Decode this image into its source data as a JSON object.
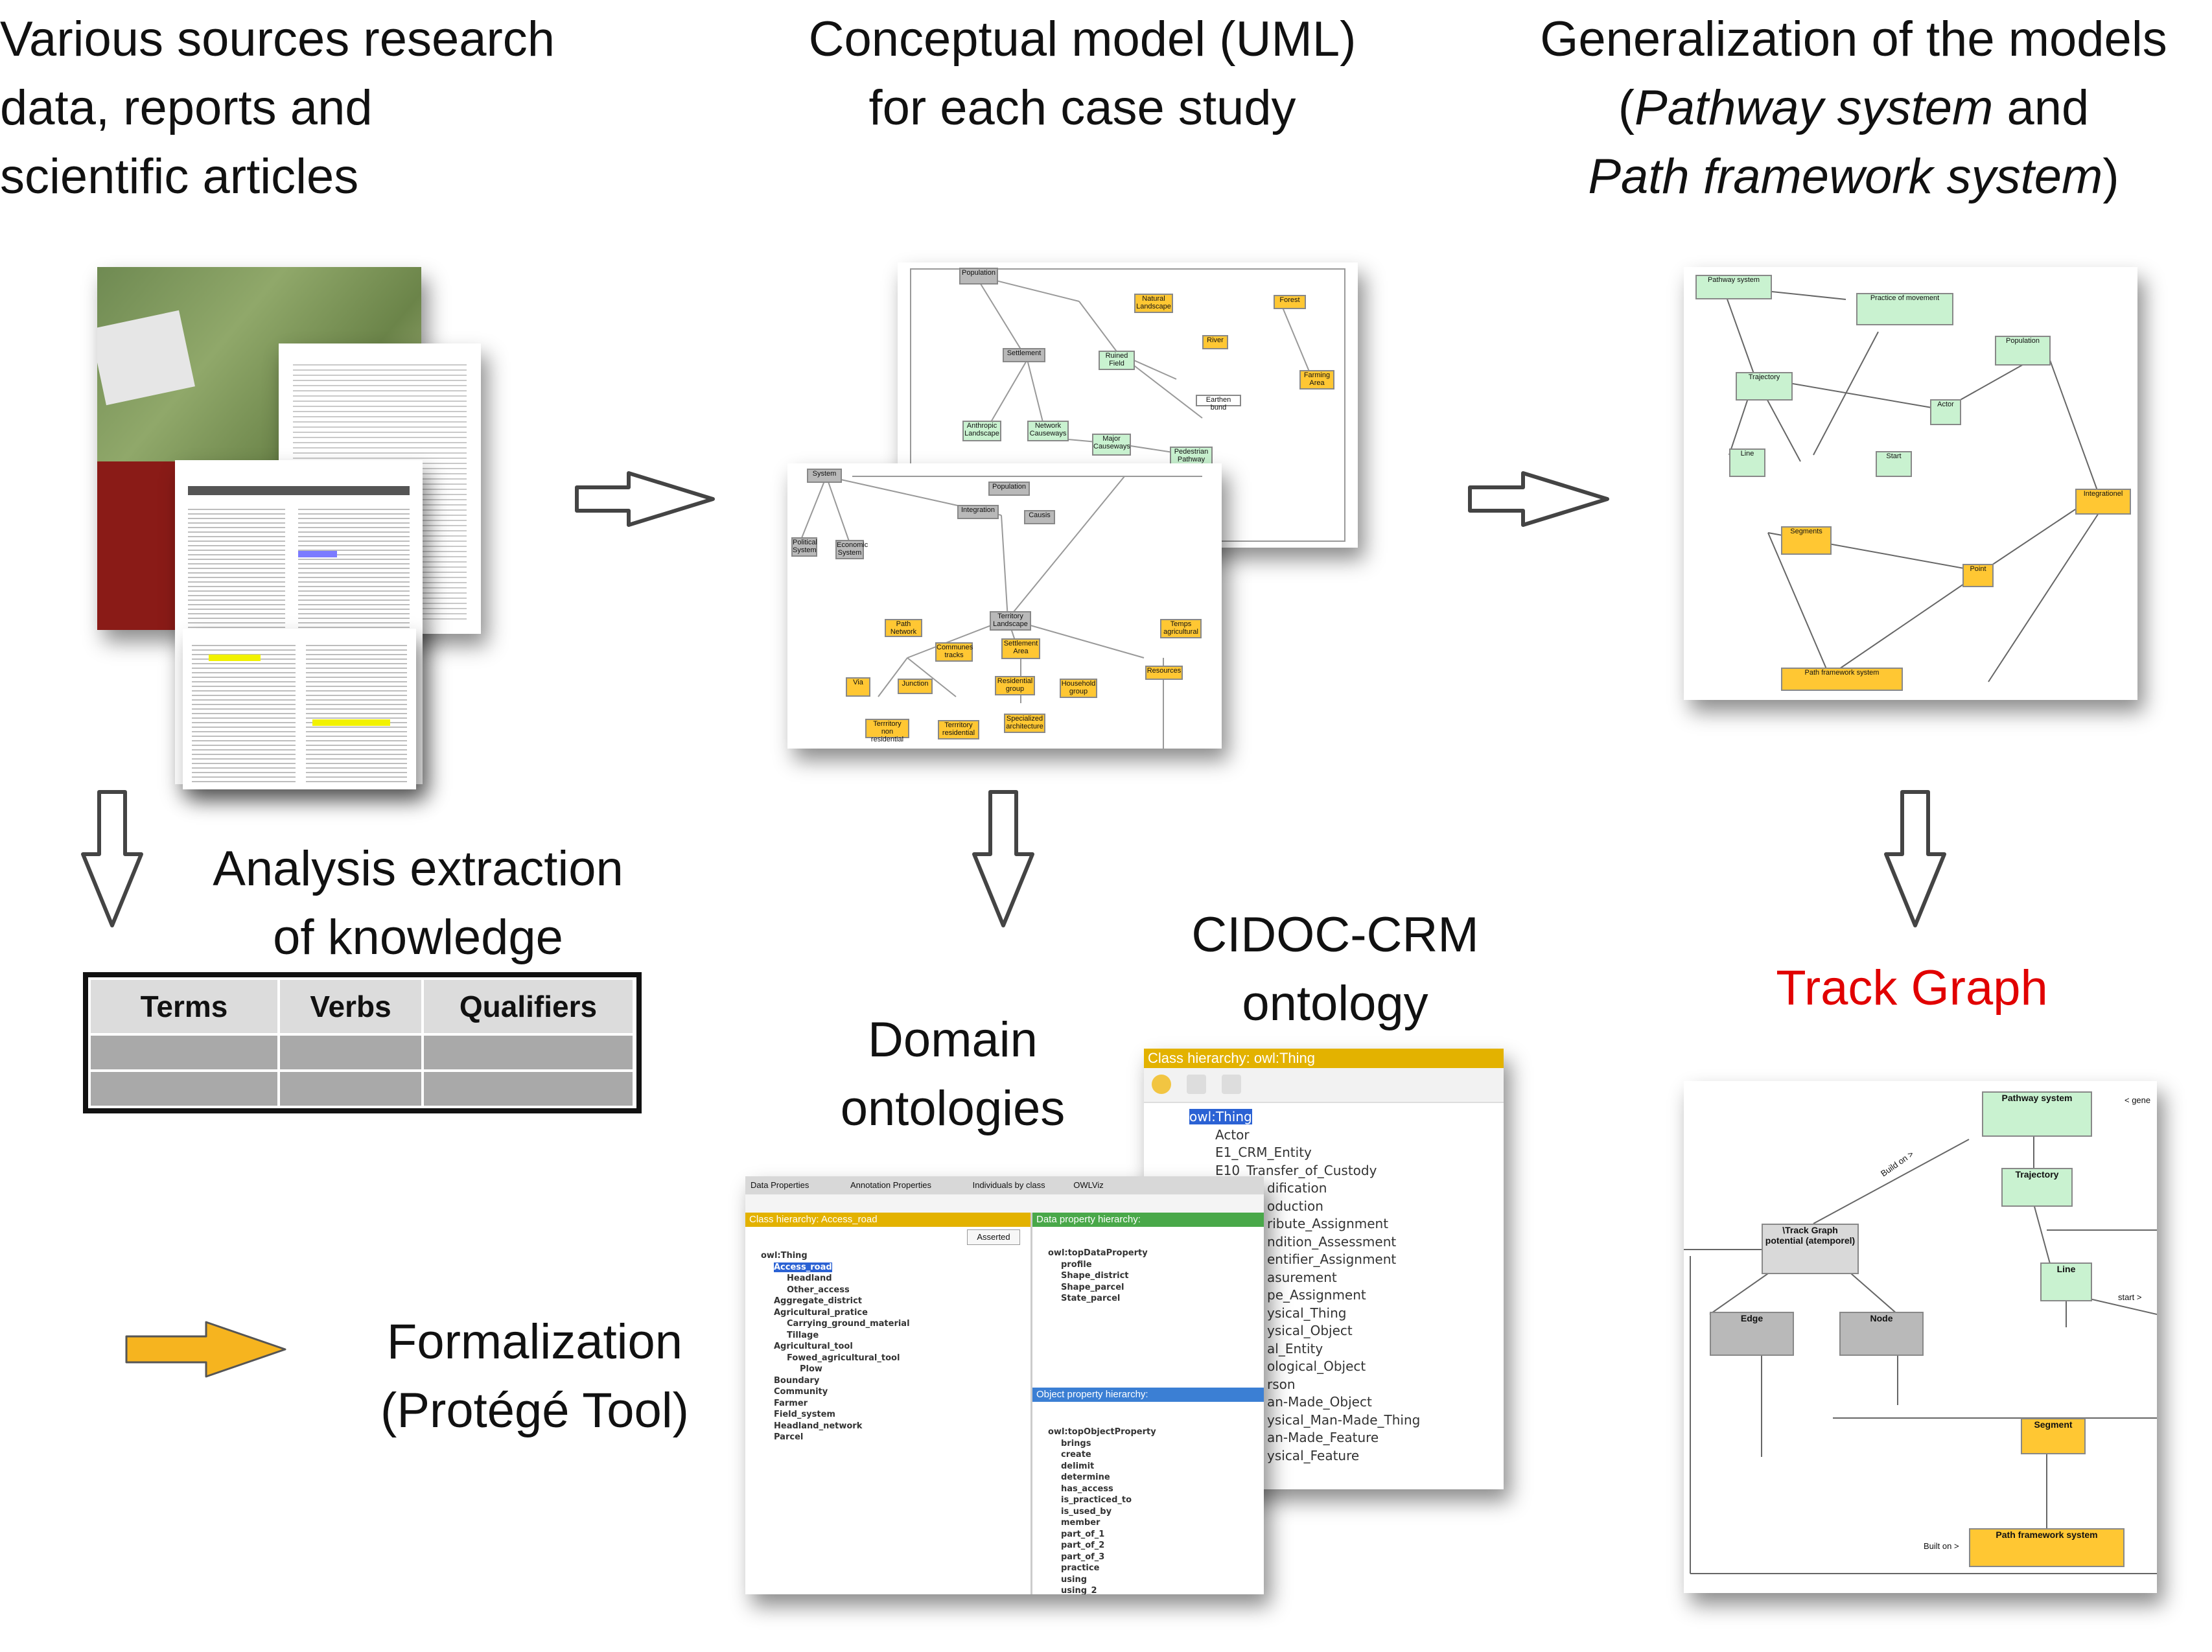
{
  "captions": {
    "sources": [
      "Various sources research",
      "data, reports and",
      "scientific articles"
    ],
    "uml": [
      "Conceptual model (UML)",
      "for each case study"
    ],
    "generalization": {
      "line1": "Generalization of the models",
      "line2_open": "(",
      "line2_italic": "Pathway system",
      "line2_rest": " and",
      "line3_italic": "Path framework system",
      "line3_close": ")"
    },
    "analysis": [
      "Analysis extraction",
      "of knowledge"
    ],
    "cidoc": [
      "CIDOC-CRM",
      "ontology"
    ],
    "domain": [
      "Domain",
      "ontologies"
    ],
    "track_graph": "Track Graph",
    "formalization": [
      "Formalization",
      "(Protégé Tool)"
    ]
  },
  "table": {
    "headers": [
      "Terms",
      "Verbs",
      "Qualifiers"
    ]
  },
  "cidoc_window": {
    "title": "Class hierarchy: owl:Thing",
    "items": [
      "owl:Thing",
      "Actor",
      "E1_CRM_Entity",
      "E10_Transfer_of_Custody",
      "dification",
      "oduction",
      "ribute_Assignment",
      "ndition_Assessment",
      "entifier_Assignment",
      "asurement",
      "pe_Assignment",
      "ysical_Thing",
      "ysical_Object",
      "al_Entity",
      "ological_Object",
      "rson",
      "an-Made_Object",
      "ysical_Man-Made_Thing",
      "an-Made_Feature",
      "ysical_Feature"
    ]
  },
  "protege_window": {
    "tabs": [
      "Data Properties",
      "Annotation Properties",
      "Individuals by class",
      "OWLViz"
    ],
    "class_hierarchy_title": "Class hierarchy: Access_road",
    "asserted": "Asserted",
    "classes": [
      "owl:Thing",
      "Access_road",
      "Headland",
      "Other_access",
      "Aggregate_district",
      "Agricultural_pratice",
      "Carrying_ground_material",
      "Tillage",
      "Agricultural_tool",
      "Fowed_agricultural_tool",
      "Plow",
      "Boundary",
      "Community",
      "Farmer",
      "Field_system",
      "Headland_network",
      "Parcel"
    ],
    "data_property_title": "Data property hierarchy:",
    "data_properties": [
      "owl:topDataProperty",
      "profile",
      "Shape_district",
      "Shape_parcel",
      "State_parcel"
    ],
    "object_property_title": "Object property hierarchy:",
    "object_properties": [
      "owl:topObjectProperty",
      "brings",
      "create",
      "delimit",
      "determine",
      "has_access",
      "is_practiced_to",
      "is_used_by",
      "member",
      "part_of_1",
      "part_of_2",
      "part_of_3",
      "practice",
      "using",
      "using_2"
    ]
  },
  "generalization_model": {
    "boxes": [
      "Pathway system",
      "Practice of movement",
      "Population",
      "Trajectory",
      "Actor",
      "Line",
      "Start",
      "Integrationel",
      "Segments",
      "Point",
      "Path framework system"
    ]
  },
  "track_graph_model": {
    "boxes": [
      "Pathway system",
      "Trajectory",
      "\\Track Graph potential (atemporel)",
      "Line",
      "Edge",
      "Node",
      "Segment",
      "Path framework system"
    ],
    "labels": [
      "Build on >",
      "start >",
      "Built on >",
      "< gene"
    ]
  },
  "uml_model_top": {
    "boxes": [
      "Population",
      "Natural Landscape",
      "Forest",
      "River",
      "Settlement",
      "Ruined Field",
      "Farming Area",
      "Earthen bund",
      "Anthropic Landscape",
      "Network Causeways",
      "Major Causeways",
      "Pedestrian Pathway"
    ]
  },
  "uml_model_front": {
    "boxes": [
      "System",
      "Population",
      "Integration",
      "Causis",
      "Political System",
      "Economic System",
      "Territory Landscape",
      "Path Network",
      "Communes tracks",
      "Settlement Area",
      "Temps agricultural",
      "Via",
      "Junction",
      "Residential group",
      "Household group",
      "Terrritory non residential",
      "Terrritory residential",
      "Specialized architecture",
      "Resources"
    ]
  },
  "colors": {
    "uml_yellow": "#ffc733",
    "uml_green": "#c9f2d0",
    "uml_grey": "#b9b9b9",
    "arrow_orange": "#f6b41f",
    "track_graph_red": "#e10000"
  }
}
